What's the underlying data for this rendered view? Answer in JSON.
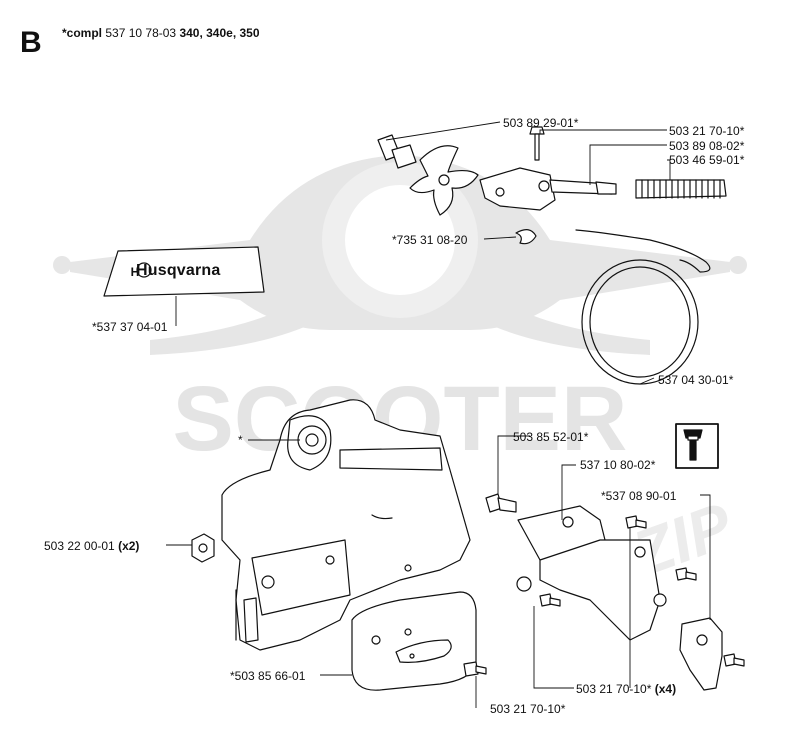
{
  "header": {
    "section": "B",
    "compl_prefix": "*compl",
    "compl_number": "537 10 78-03",
    "models": "340, 340e, 350"
  },
  "brand": {
    "name": "Husqvarna",
    "logo_text": "H"
  },
  "watermark": {
    "text": "SCOOTER",
    "suffix": "ZIP"
  },
  "callouts": {
    "p1": "503 89 29-01*",
    "p2": "503 21 70-10*",
    "p3": "503 89 08-02*",
    "p4": "503 46 59-01*",
    "p5": "*735 31 08-20",
    "p6": "*537 37 04-01",
    "p7": "537 04 30-01*",
    "p8": "*",
    "p9": "503 85 52-01*",
    "p10": "537 10 80-02*",
    "p11": "*537 08 90-01",
    "p12": "503 22 00-01",
    "p12_qty": "(x2)",
    "p13": "*503 85 66-01",
    "p14": "503 21 70-10*",
    "p14_qty": "(x4)",
    "p15": "503 21 70-10*"
  },
  "colors": {
    "ink": "#111111",
    "watermark": "#e3e3e3"
  },
  "icons": [
    "wrench-icon"
  ]
}
